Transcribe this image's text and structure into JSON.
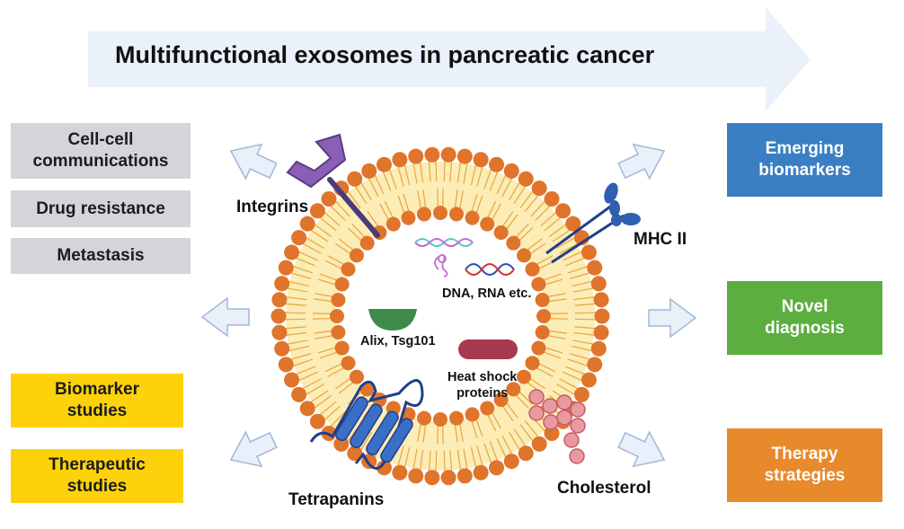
{
  "title": "Multifunctional exosomes in pancreatic cancer",
  "left_boxes": {
    "cell_cell": "Cell-cell\ncommunications",
    "drug_resistance": "Drug resistance",
    "metastasis": "Metastasis",
    "biomarker_studies": "Biomarker\nstudies",
    "therapeutic_studies": "Therapeutic\nstudies"
  },
  "right_boxes": {
    "emerging_biomarkers": "Emerging\nbiomarkers",
    "novel_diagnosis": "Novel\ndiagnosis",
    "therapy_strategies": "Therapy\nstrategies"
  },
  "labels": {
    "integrins": "Integrins",
    "mhc": "MHC II",
    "dna_rna": "DNA, RNA etc.",
    "alix": "Alix, Tsg101",
    "heat_shock": "Heat shock\nproteins",
    "tetrapanins": "Tetrapanins",
    "cholesterol": "Cholesterol"
  },
  "colors": {
    "title_arrow": "#eaf1fa",
    "grey_box": "#d3d5d8",
    "yellow_box": "#fdd20a",
    "blue_box": "#3a7fc3",
    "green_box": "#5cae3f",
    "orange_box": "#e8892b",
    "lipid_head": "#e0742b",
    "membrane": "#fcecb5",
    "arrow_fill": "#e9f0fa",
    "arrow_stroke": "#9fb8d9"
  },
  "icons": [
    "integrin-icon",
    "mhc-ii-icon",
    "rna-strand-icon",
    "dna-helix-icon",
    "alix-protein-icon",
    "heat-shock-protein-icon",
    "tetraspanin-icon",
    "cholesterol-icon"
  ]
}
